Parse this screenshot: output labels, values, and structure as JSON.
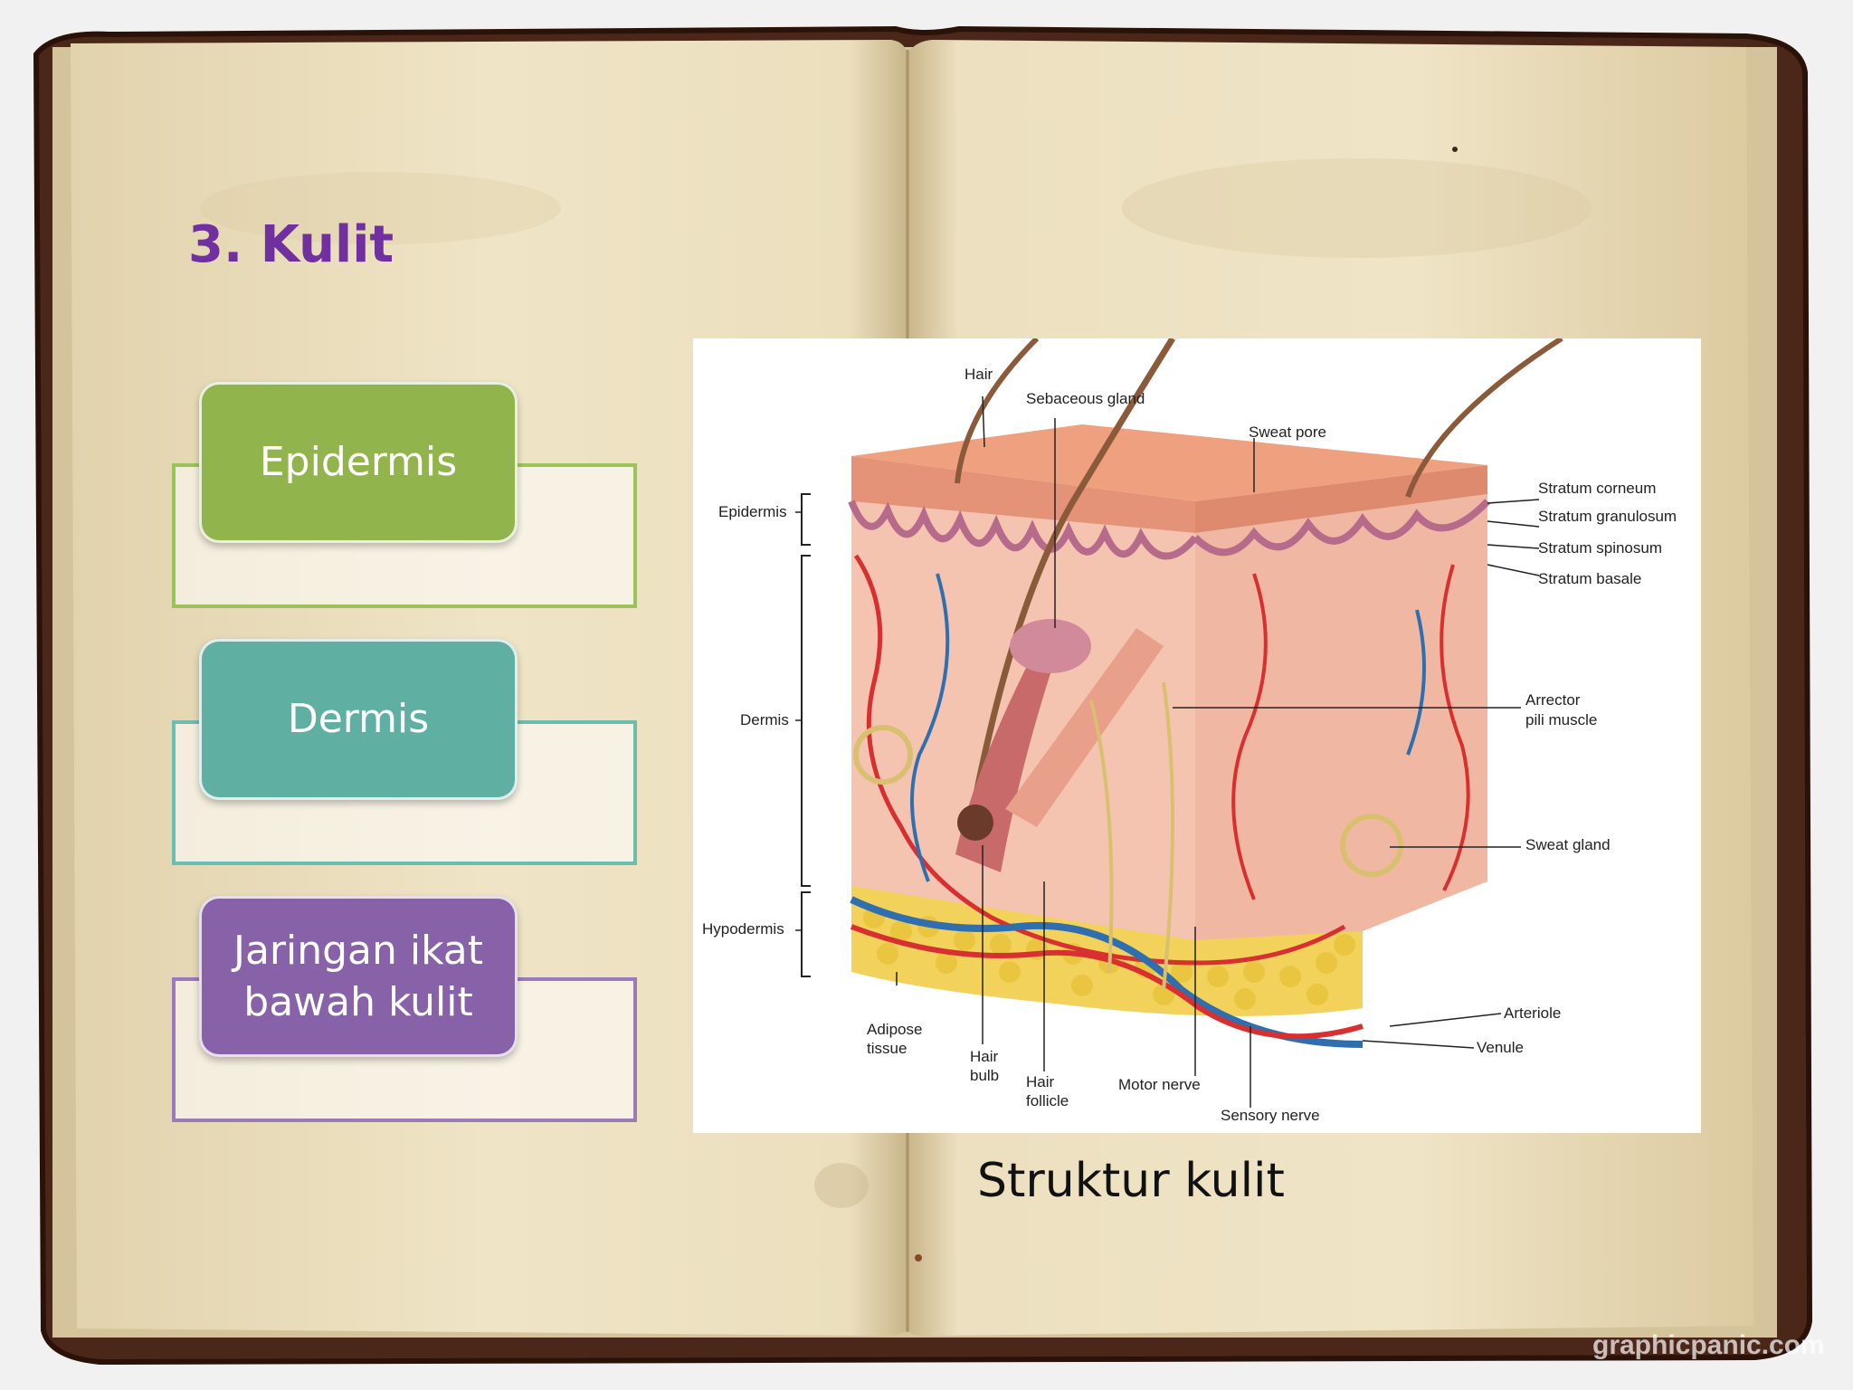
{
  "title": "3. Kulit",
  "levels": [
    {
      "label": "Epidermis",
      "color": "#92b44c",
      "frame_color": "#9bc35c"
    },
    {
      "label": "Dermis",
      "color": "#5fb0a3",
      "frame_color": "#6bbdb0"
    },
    {
      "label": "Jaringan ikat bawah kulit",
      "color": "#8762a8",
      "frame_color": "#9a7ab8"
    }
  ],
  "diagram": {
    "labels": {
      "hair": "Hair",
      "sebaceous_gland": "Sebaceous gland",
      "sweat_pore": "Sweat pore",
      "stratum_corneum": "Stratum corneum",
      "stratum_granulosum": "Stratum granulosum",
      "stratum_spinosum": "Stratum spinosum",
      "stratum_basale": "Stratum basale",
      "epidermis": "Epidermis",
      "dermis": "Dermis",
      "hypodermis": "Hypodermis",
      "arrector": "Arrector",
      "pili_muscle": "pili muscle",
      "sweat_gland": "Sweat gland",
      "arteriole": "Arteriole",
      "venule": "Venule",
      "adipose": "Adipose",
      "tissue": "tissue",
      "hair_bulb_1": "Hair",
      "hair_bulb_2": "bulb",
      "hair_follicle_1": "Hair",
      "hair_follicle_2": "follicle",
      "motor_nerve": "Motor nerve",
      "sensory_nerve": "Sensory nerve"
    }
  },
  "caption": "Struktur kulit",
  "watermark": "graphicpanic.com"
}
